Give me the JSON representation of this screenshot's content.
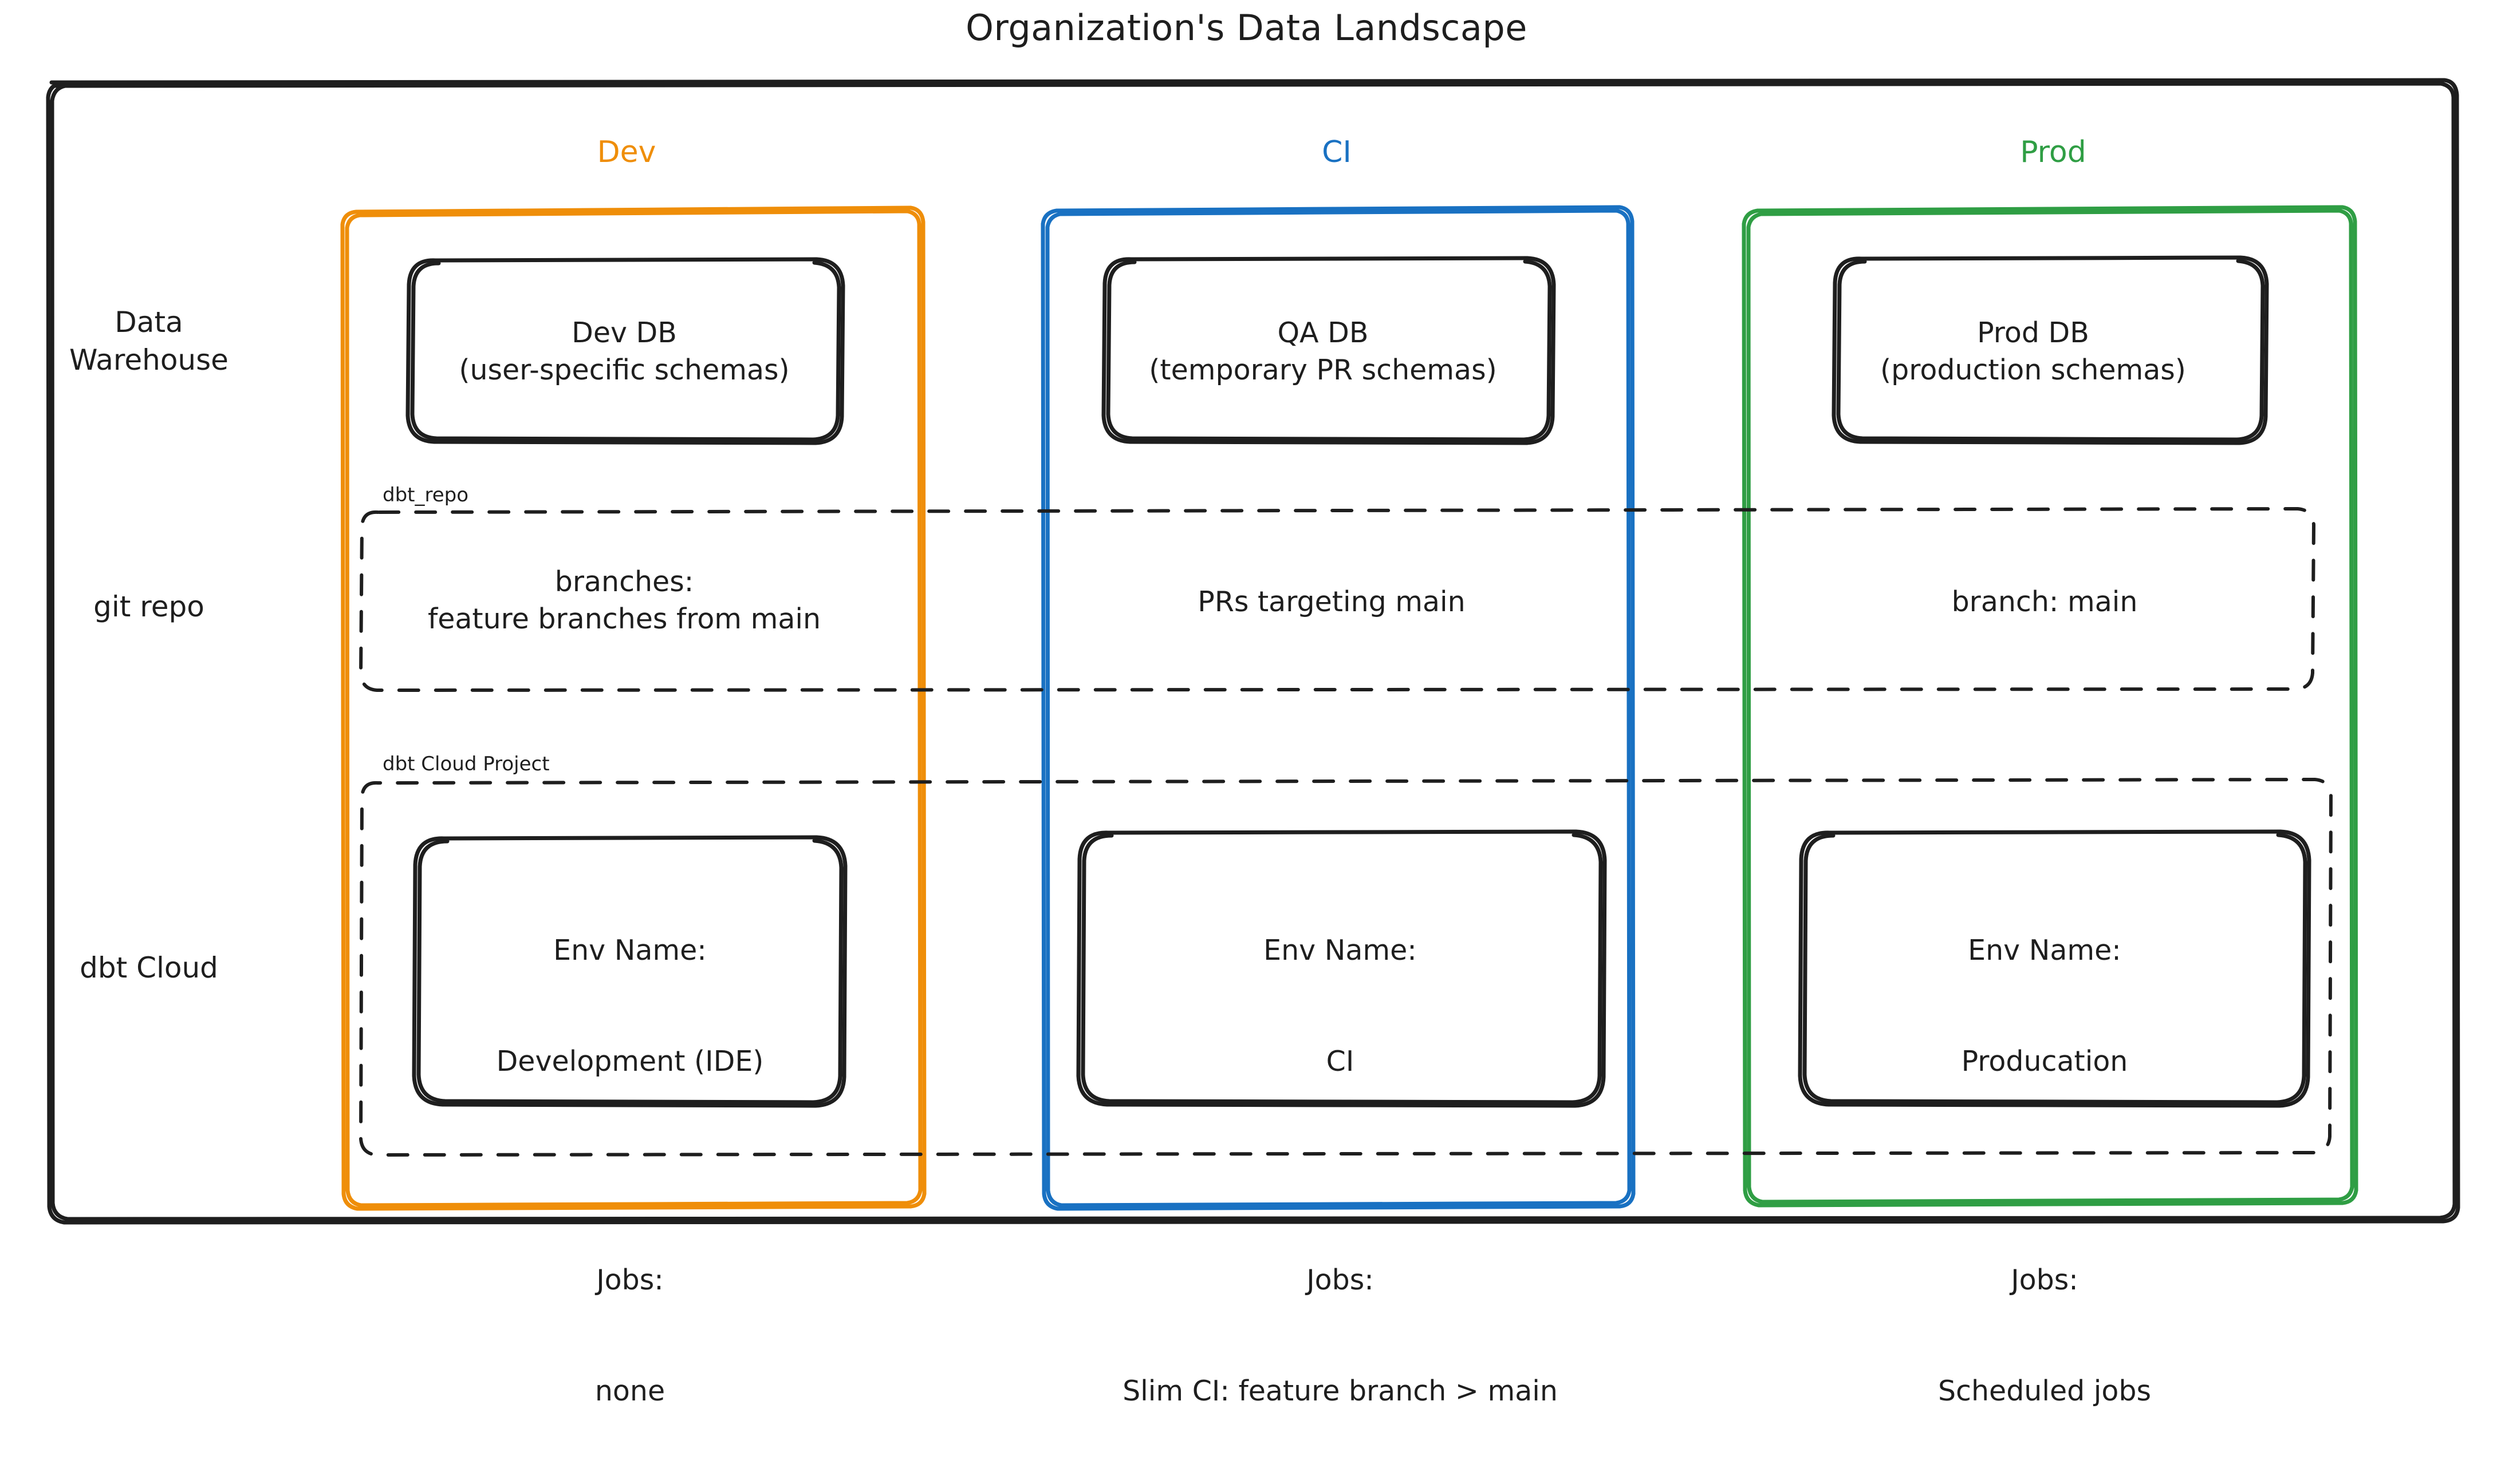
{
  "title": "Organization's Data Landscape",
  "colors": {
    "dev": "#ef8e09",
    "ci": "#1971c2",
    "prod": "#2f9e44",
    "stroke": "#1e1e1e",
    "background": "#ffffff"
  },
  "columns": [
    {
      "key": "dev",
      "label": "Dev",
      "color": "#ef8e09"
    },
    {
      "key": "ci",
      "label": "CI",
      "color": "#1971c2"
    },
    {
      "key": "prod",
      "label": "Prod",
      "color": "#2f9e44"
    }
  ],
  "rows": [
    {
      "key": "warehouse",
      "label": "Data\nWarehouse"
    },
    {
      "key": "gitrepo",
      "label": "git repo"
    },
    {
      "key": "dbtcloud",
      "label": "dbt Cloud"
    }
  ],
  "groups": {
    "repo_label": "dbt_repo",
    "project_label": "dbt Cloud Project"
  },
  "nodes": {
    "warehouse": {
      "dev": "Dev DB\n(user-specific schemas)",
      "ci": "QA DB\n(temporary PR schemas)",
      "prod": "Prod DB\n(production schemas)"
    },
    "gitrepo": {
      "dev": "branches:\nfeature branches from main",
      "ci": "PRs targeting main",
      "prod": "branch: main"
    },
    "dbtcloud": {
      "dev": {
        "env_heading": "Env Name:",
        "env_value": "Development (IDE)",
        "jobs_heading": "Jobs:",
        "jobs_value": "none"
      },
      "ci": {
        "env_heading": "Env Name:",
        "env_value": "CI",
        "jobs_heading": "Jobs:",
        "jobs_value": "Slim CI: feature branch > main"
      },
      "prod": {
        "env_heading": "Env Name:",
        "env_value": "Producation",
        "jobs_heading": "Jobs:",
        "jobs_value": "Scheduled jobs"
      }
    }
  }
}
